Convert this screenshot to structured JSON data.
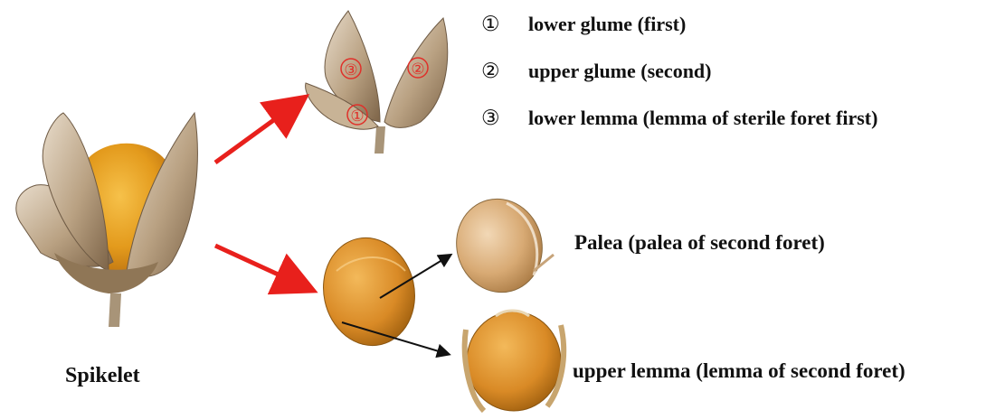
{
  "legend": [
    {
      "marker": "①",
      "text": "lower glume (first)"
    },
    {
      "marker": "②",
      "text": "upper glume (second)"
    },
    {
      "marker": "③",
      "text": "lower lemma (lemma of sterile foret first)"
    }
  ],
  "labels": {
    "spikelet": "Spikelet",
    "palea": "Palea (palea of second foret)",
    "upper_lemma": "upper lemma (lemma of second foret)"
  },
  "photo_markers": {
    "m3": "③",
    "m2": "②",
    "m1": "①"
  },
  "colors": {
    "red_arrow": "#e8201c",
    "black_arrow": "#111111",
    "marker_red": "#e0302a",
    "husk": "#c9b49a",
    "grain": "#e8a02a"
  }
}
